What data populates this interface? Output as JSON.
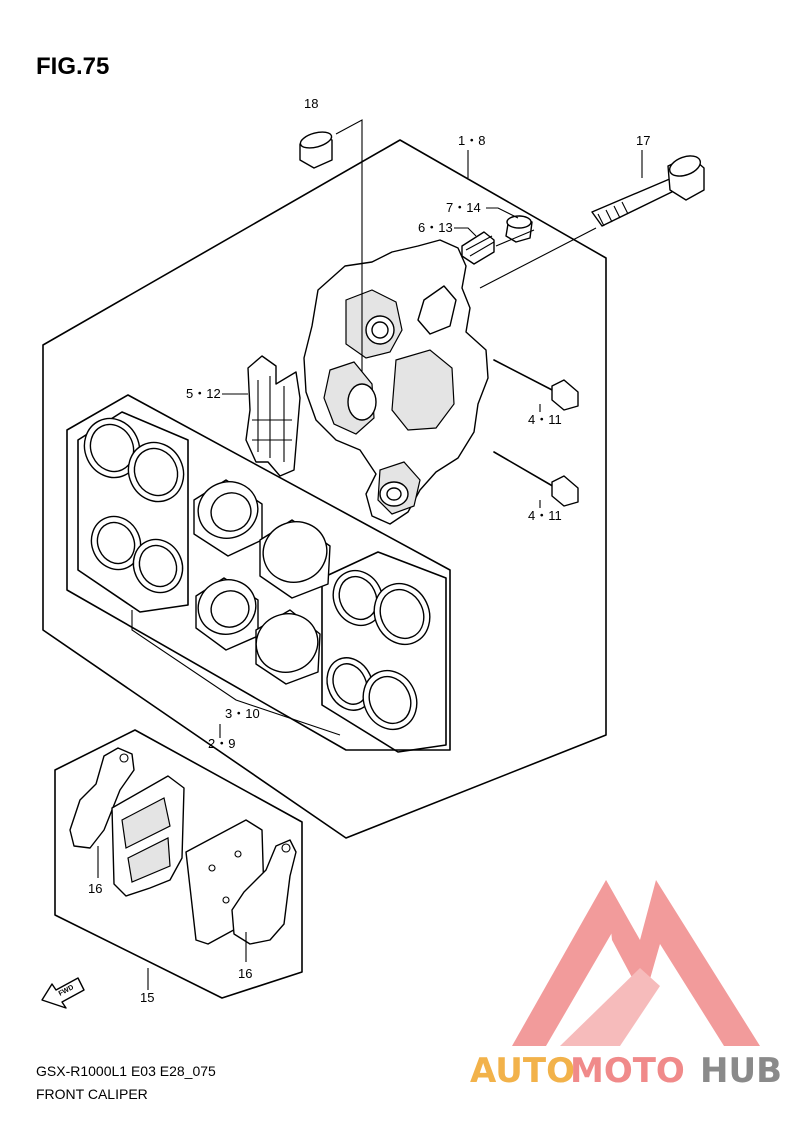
{
  "figure": {
    "title": "FIG.75"
  },
  "callouts": {
    "c18": "18",
    "c1_8": "1・8",
    "c17": "17",
    "c7_14": "7・14",
    "c6_13": "6・13",
    "c5_12": "5・12",
    "c4_11_upper": "4・11",
    "c4_11_lower": "4・11",
    "c3_10": "3・10",
    "c2_9": "2・9",
    "c16_left": "16",
    "c16_right": "16",
    "c15": "15"
  },
  "direction_arrow": {
    "label": "FWD"
  },
  "footer": {
    "model_code": "GSX-R1000L1 E03 E28_075",
    "caption": "FRONT CALIPER"
  },
  "watermark": {
    "part1": "AUTO",
    "part2": "MOTO",
    "part3": "HUB",
    "color_orange": "#f2b24a",
    "color_red": "#f08a8a",
    "color_gray": "#8a8a8a"
  }
}
